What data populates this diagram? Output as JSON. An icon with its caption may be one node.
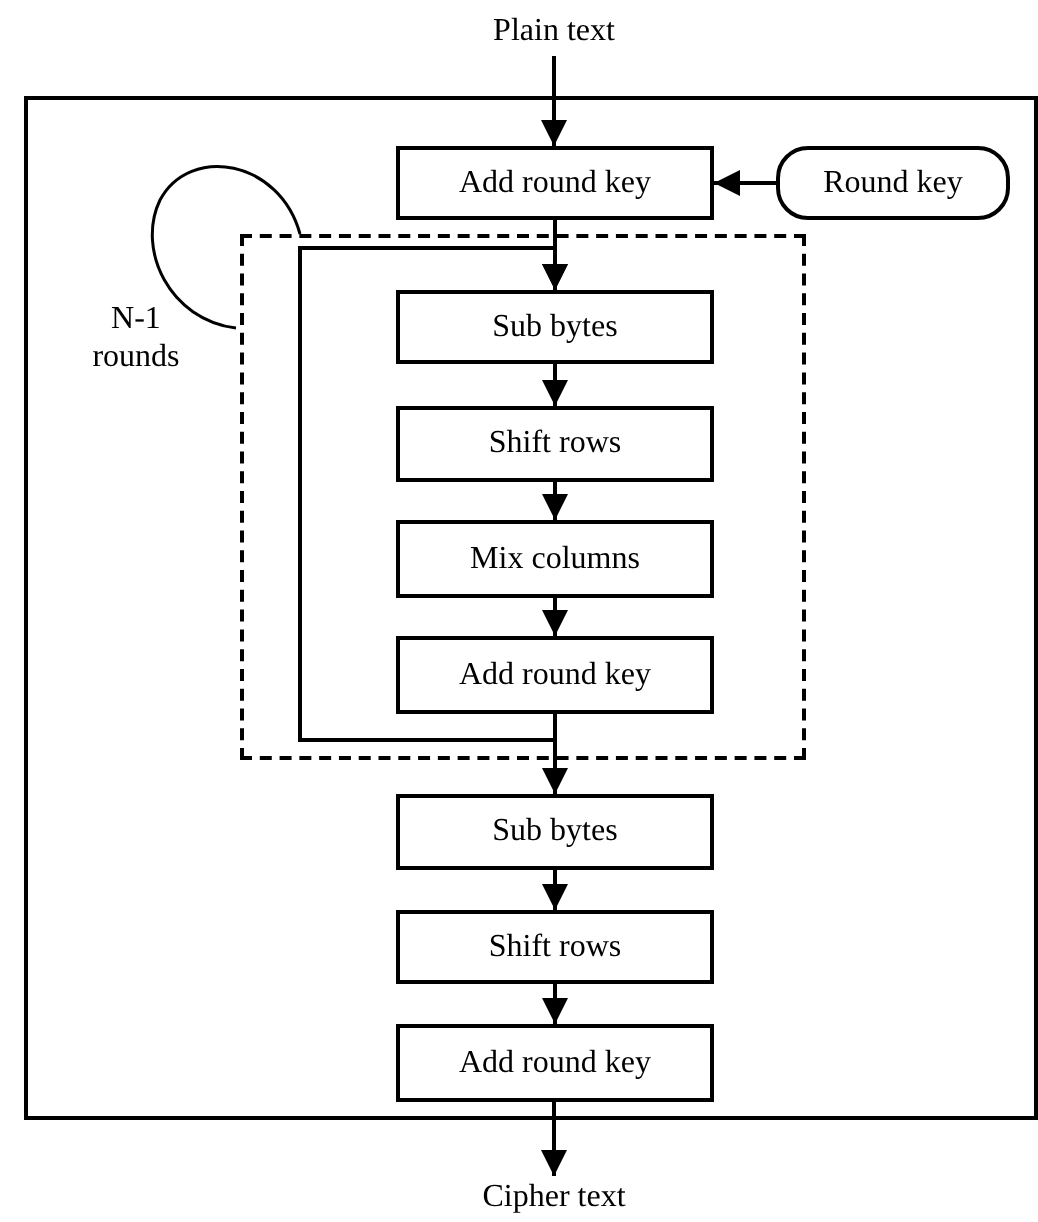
{
  "diagram": {
    "nodes": [
      {
        "text": [
          "Plain text"
        ]
      },
      {
        "text": [],
        "shape": "box"
      },
      {
        "text": [
          "Add round key"
        ],
        "in": 1
      },
      {
        "text": [
          "Round key"
        ],
        "in": 1
      },
      {
        "text": [],
        "shape": "box",
        "in": 1
      },
      {
        "text": [
          "Sub bytes"
        ],
        "in": 4
      },
      {
        "text": [
          "Shift rows"
        ],
        "in": 4
      },
      {
        "text": [
          "Mix columns"
        ],
        "in": 4
      },
      {
        "text": [
          "Add round key"
        ],
        "in": 4
      },
      {
        "text": [
          "Sub bytes"
        ],
        "in": 1
      },
      {
        "text": [
          "Shift rows"
        ],
        "in": 1
      },
      {
        "text": [
          "Add round key"
        ],
        "in": 1
      },
      {
        "text": [
          "Cipher text"
        ]
      }
    ],
    "edges": [
      {
        "from": 0,
        "to": 2,
        "arrow": "to"
      },
      {
        "from": 3,
        "to": 2,
        "arrow": "to"
      },
      {
        "from": 2,
        "to": 5,
        "arrow": "to"
      },
      {
        "from": 8,
        "to": 5,
        "arrow": "to"
      },
      {
        "from": 5,
        "to": 6,
        "arrow": "to"
      },
      {
        "from": 6,
        "to": 7,
        "arrow": "to"
      },
      {
        "from": 7,
        "to": 8,
        "arrow": "to"
      },
      {
        "from": 8,
        "to": 9,
        "arrow": "to"
      },
      {
        "from": 9,
        "to": 10,
        "arrow": "to"
      },
      {
        "from": 10,
        "to": 11,
        "arrow": "to"
      },
      {
        "from": 11,
        "to": 12,
        "arrow": "to"
      }
    ],
    "labels": [
      "N-1 rounds"
    ]
  }
}
